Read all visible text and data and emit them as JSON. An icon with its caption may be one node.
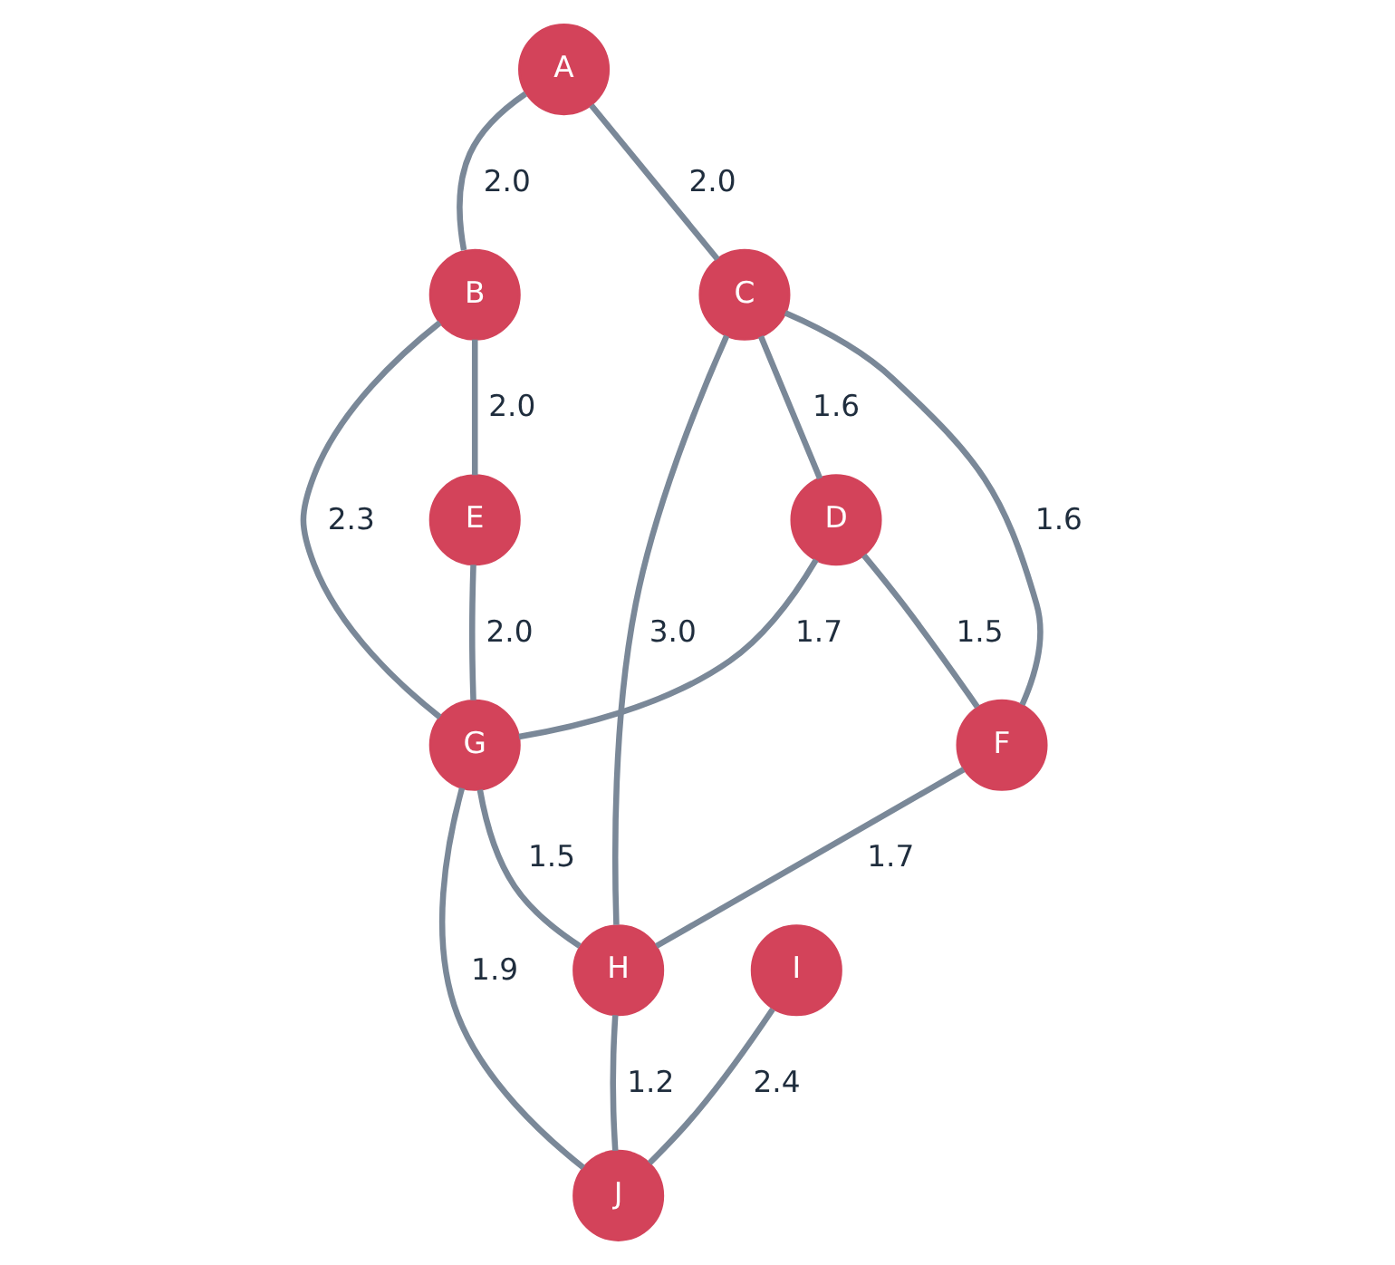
{
  "diagram": {
    "nodes": [
      {
        "text": [
          "A"
        ]
      },
      {
        "text": [
          "B"
        ]
      },
      {
        "text": [
          "C"
        ]
      },
      {
        "text": [
          "D"
        ]
      },
      {
        "text": [
          "E"
        ]
      },
      {
        "text": [
          "F"
        ]
      },
      {
        "text": [
          "G"
        ]
      },
      {
        "text": [
          "H"
        ]
      },
      {
        "text": [
          "I"
        ]
      },
      {
        "text": [
          "J"
        ]
      }
    ],
    "edges": [
      {
        "from": 0,
        "to": 1,
        "arrow": "none",
        "label": "2.0"
      },
      {
        "from": 0,
        "to": 2,
        "arrow": "none",
        "label": "2.0"
      },
      {
        "from": 1,
        "to": 4,
        "arrow": "none",
        "label": "2.0"
      },
      {
        "from": 1,
        "to": 6,
        "arrow": "none",
        "label": "2.3"
      },
      {
        "from": 2,
        "to": 3,
        "arrow": "none",
        "label": "1.6"
      },
      {
        "from": 2,
        "to": 5,
        "arrow": "none",
        "label": "1.6"
      },
      {
        "from": 2,
        "to": 7,
        "arrow": "none",
        "label": "3.0"
      },
      {
        "from": 3,
        "to": 5,
        "arrow": "none",
        "label": "1.5"
      },
      {
        "from": 3,
        "to": 6,
        "arrow": "none",
        "label": "1.7"
      },
      {
        "from": 4,
        "to": 6,
        "arrow": "none",
        "label": "2.0"
      },
      {
        "from": 5,
        "to": 7,
        "arrow": "none",
        "label": "1.7"
      },
      {
        "from": 6,
        "to": 7,
        "arrow": "none",
        "label": "1.5"
      },
      {
        "from": 6,
        "to": 9,
        "arrow": "none",
        "label": "1.9"
      },
      {
        "from": 7,
        "to": 9,
        "arrow": "none",
        "label": "1.2"
      },
      {
        "from": 8,
        "to": 9,
        "arrow": "none",
        "label": "2.4"
      }
    ]
  }
}
